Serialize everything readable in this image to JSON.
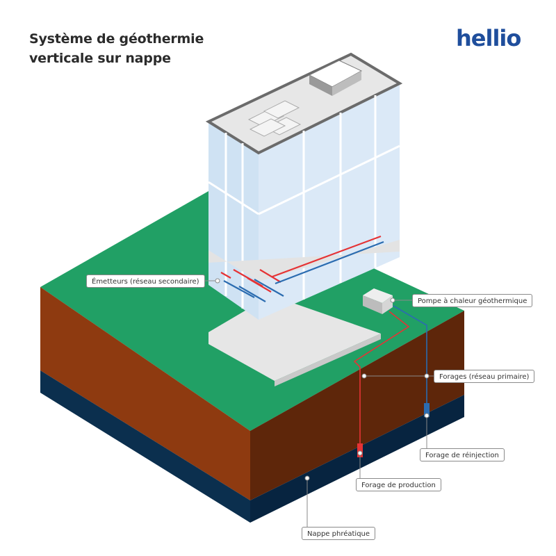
{
  "header": {
    "title_line1": "Système de géothermie",
    "title_line2": "verticale sur nappe",
    "brand": "hellio"
  },
  "callouts": {
    "emetteurs": "Émetteurs (réseau secondaire)",
    "pompe": "Pompe à chaleur géothermique",
    "forages": "Forages (réseau primaire)",
    "reinjection": "Forage de réinjection",
    "production": "Forage de production",
    "nappe": "Nappe phréatique"
  },
  "colors": {
    "ground_top": "#21a065",
    "soil": "#8e3a10",
    "water_table": "#0b2f4e",
    "hot_pipe": "#e53335",
    "cold_pipe": "#2b6cb0",
    "brand": "#1f4e9c"
  }
}
